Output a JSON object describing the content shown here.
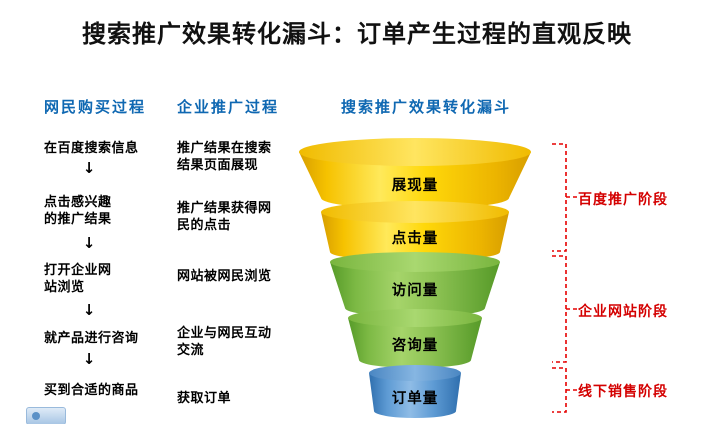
{
  "title": "搜索推广效果转化漏斗：订单产生过程的直观反映",
  "arrow_glyph": "↓",
  "netizen": {
    "header": "网民购买过程",
    "steps": [
      "在百度搜索信息",
      "点击感兴趣\n的推广结果",
      "打开企业网\n站浏览",
      "就产品进行咨询",
      "买到合适的商品"
    ]
  },
  "enterprise": {
    "header": "企业推广过程",
    "steps": [
      "推广结果在搜索\n结果页面展现",
      "推广结果获得网\n民的点击",
      "网站被网民浏览",
      "企业与网民互动\n交流",
      "获取订单"
    ]
  },
  "funnel": {
    "header": "搜索推广效果转化漏斗",
    "layers": [
      {
        "label": "展现量",
        "color": "#FFD400"
      },
      {
        "label": "点击量",
        "color": "#FFD400"
      },
      {
        "label": "访问量",
        "color": "#8DC04F"
      },
      {
        "label": "咨询量",
        "color": "#8DC04F"
      },
      {
        "label": "订单量",
        "color": "#5E9BD4"
      }
    ]
  },
  "stages": [
    {
      "label": "百度推广阶段",
      "color": "#D40000"
    },
    {
      "label": "企业网站阶段",
      "color": "#D40000"
    },
    {
      "label": "线下销售阶段",
      "color": "#D40000"
    }
  ]
}
